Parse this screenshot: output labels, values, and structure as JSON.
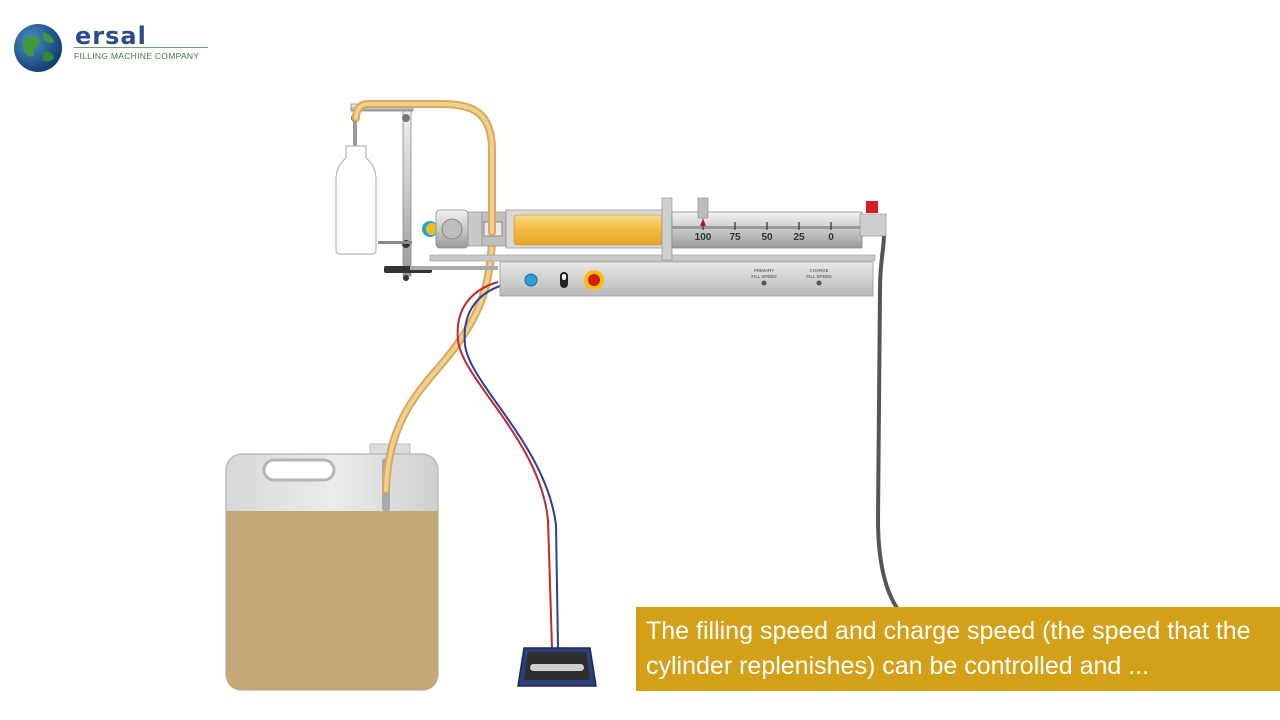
{
  "logo": {
    "word": "ersal",
    "subtitle": "FILLING MACHINE COMPANY"
  },
  "machine": {
    "scale_labels": [
      "100",
      "75",
      "50",
      "25",
      "0"
    ],
    "control_labels": {
      "primary_line1": "PRIMARY",
      "primary_line2": "FILL SPEED",
      "charge_line1": "CHARGE",
      "charge_line2": "FILL SPEED"
    }
  },
  "caption": {
    "line1": "The filling speed and charge speed (the speed that the",
    "line2": "cylinder replenishes) can be controlled and ..."
  },
  "colors": {
    "caption_bg": "#d4a017",
    "liquid": "#c4a877",
    "tube": "#e8c47a",
    "cylinder_fill": "#f4b940",
    "wire_red": "#c0282a",
    "wire_blue": "#2a3f9a",
    "estop_red": "#d71920",
    "estop_ring": "#f2c400",
    "power_blue": "#2a9fd8"
  }
}
